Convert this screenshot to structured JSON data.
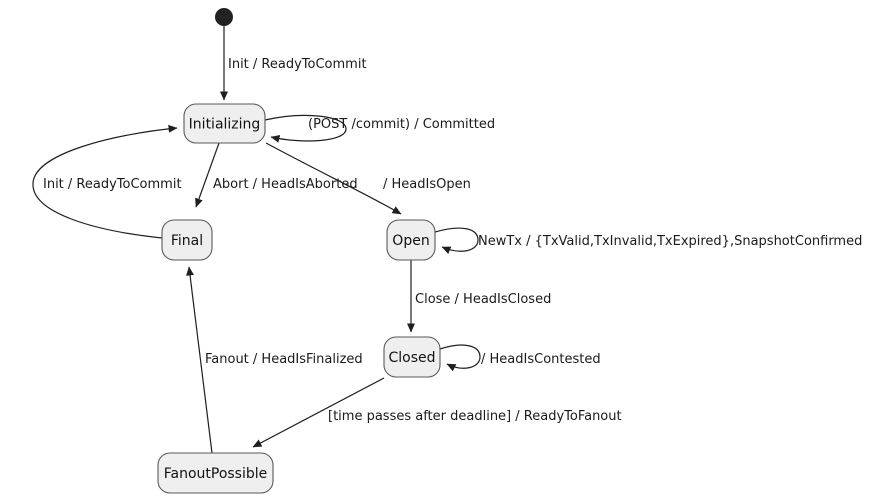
{
  "diagram": {
    "type": "state-machine",
    "background_color": "#ffffff",
    "state_fill_color": "#efefef",
    "state_border_color": "#5a5a5a",
    "edge_color": "#1f1f1f",
    "text_color": "#121212",
    "initial_marker": "filled-black-dot",
    "states": [
      {
        "id": "initializing",
        "label": "Initializing"
      },
      {
        "id": "final",
        "label": "Final"
      },
      {
        "id": "open",
        "label": "Open"
      },
      {
        "id": "closed",
        "label": "Closed"
      },
      {
        "id": "fanout_possible",
        "label": "FanoutPossible"
      }
    ],
    "transitions": [
      {
        "from": "start",
        "to": "initializing",
        "label": "Init / ReadyToCommit"
      },
      {
        "from": "initializing",
        "to": "initializing",
        "label": "(POST /commit) / Committed"
      },
      {
        "from": "initializing",
        "to": "final",
        "label": "Abort / HeadIsAborted"
      },
      {
        "from": "final",
        "to": "initializing",
        "label": "Init / ReadyToCommit"
      },
      {
        "from": "initializing",
        "to": "open",
        "label": "/ HeadIsOpen"
      },
      {
        "from": "open",
        "to": "open",
        "label": "NewTx / {TxValid,TxInvalid,TxExpired},SnapshotConfirmed"
      },
      {
        "from": "open",
        "to": "closed",
        "label": "Close / HeadIsClosed"
      },
      {
        "from": "closed",
        "to": "closed",
        "label": "/ HeadIsContested"
      },
      {
        "from": "closed",
        "to": "fanout_possible",
        "label": "[time passes after deadline] / ReadyToFanout"
      },
      {
        "from": "fanout_possible",
        "to": "final",
        "label": "Fanout / HeadIsFinalized"
      }
    ]
  }
}
